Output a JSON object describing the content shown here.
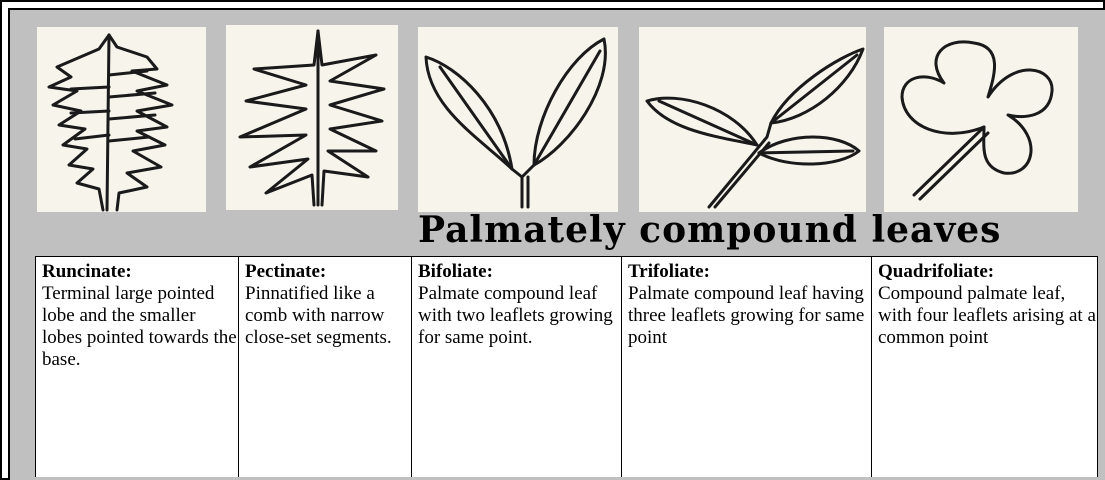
{
  "heading": "Palmately compound leaves",
  "leaves": [
    {
      "term": "Runcinate:",
      "description": "Terminal large pointed lobe and the smaller lobes pointed towards the base."
    },
    {
      "term": "Pectinate:",
      "description": "Pinnatified like a comb with narrow close-set segments."
    },
    {
      "term": "Bifoliate:",
      "description": "Palmate compound leaf with two leaflets growing for same point."
    },
    {
      "term": "Trifoliate:",
      "description": "Palmate compound leaf having three leaflets growing for same point"
    },
    {
      "term": "Quadrifoliate:",
      "description": "Compound palmate leaf, with four leaflets arising at a common point"
    }
  ]
}
